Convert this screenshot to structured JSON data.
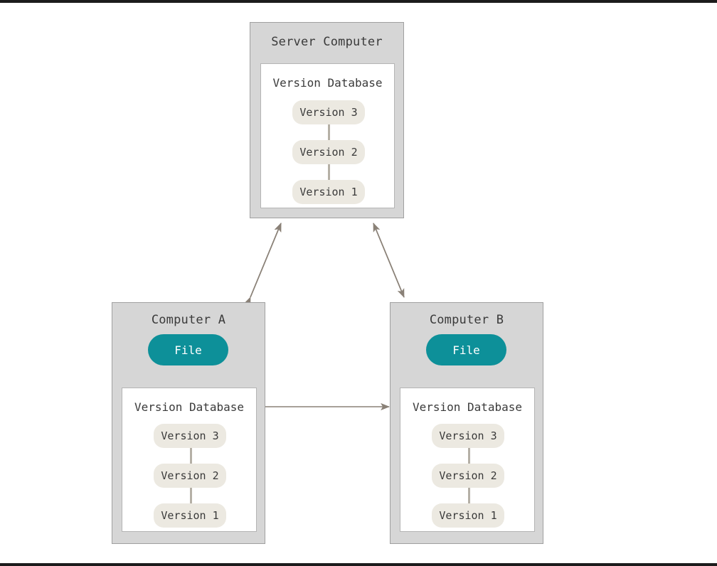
{
  "diagram": {
    "type": "centralized-version-control-system",
    "node_colors": {
      "computer_box_fill": "#d6d6d6",
      "computer_box_border": "#a0a0a0",
      "version_database_fill": "#ffffff",
      "version_database_border": "#b4b4b4",
      "version_pill_fill": "#ece9e1",
      "file_pill_fill": "#0d9099",
      "file_pill_text": "#ffffff",
      "text": "#3a3a3a",
      "arrow": "#8a8177",
      "page_frame": "#1c1c1c"
    },
    "server": {
      "title": "Server Computer",
      "database": {
        "title": "Version Database",
        "versions": [
          {
            "label": "Version 3"
          },
          {
            "label": "Version 2"
          },
          {
            "label": "Version 1"
          }
        ]
      }
    },
    "clients": [
      {
        "title": "Computer A",
        "file": {
          "label": "File"
        },
        "database": {
          "title": "Version Database",
          "versions": [
            {
              "label": "Version 3"
            },
            {
              "label": "Version 2"
            },
            {
              "label": "Version 1"
            }
          ]
        }
      },
      {
        "title": "Computer B",
        "file": {
          "label": "File"
        },
        "database": {
          "title": "Version Database",
          "versions": [
            {
              "label": "Version 3"
            },
            {
              "label": "Version 2"
            },
            {
              "label": "Version 1"
            }
          ]
        }
      }
    ],
    "connections": [
      {
        "name": "server-to-computer-a",
        "direction": "bidirectional"
      },
      {
        "name": "server-to-computer-b",
        "direction": "bidirectional"
      },
      {
        "name": "computer-a-to-computer-b",
        "direction": "bidirectional"
      },
      {
        "name": "computer-a-database-to-file",
        "direction": "up"
      },
      {
        "name": "computer-b-database-to-file",
        "direction": "up"
      }
    ]
  }
}
